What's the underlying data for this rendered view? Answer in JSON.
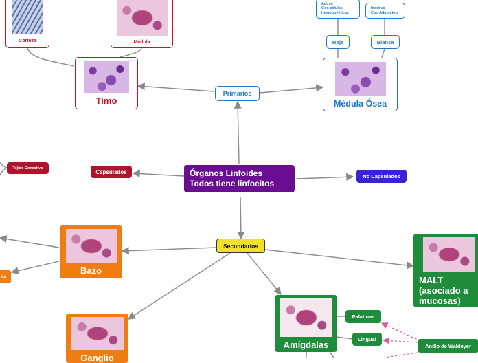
{
  "central": {
    "line1": "Órganos Linfoides",
    "line2": "Todos tiene linfocitos"
  },
  "primarios": "Primarios",
  "secundarios": "Secundarios",
  "capsulados": "Capsulados",
  "no_capsulados": "No Capsulados",
  "timo": {
    "label": "Timo",
    "corteza": "Corteza",
    "medula": "Médula"
  },
  "medula_osea": {
    "label": "Médula Ósea",
    "roja": "Roja",
    "blanca": "Blanca",
    "activa": [
      "Activa",
      "Con células",
      "hemopoyéticas"
    ],
    "inactiva": [
      "Inactiva",
      "Con Adipocitos"
    ]
  },
  "tejido_conectivo": "Tejido Conectivo",
  "bazo": "Bazo",
  "bazo_left_label": "ca",
  "ganglio": "Ganglio",
  "amigdalas": {
    "label": "Amígdalas",
    "palatinas": "Palatinas",
    "lingual": "Lingual",
    "anillo": "Anillo de Waldeyer"
  },
  "malt": [
    "MALT",
    "(asociado a",
    "mucosas)"
  ],
  "colors": {
    "central": "#6a0d91",
    "blue": "#1f78c8",
    "red": "#c8102e",
    "orange": "#f07d12",
    "green": "#1e8c3a",
    "yellow": "#f2e12a",
    "indigo": "#3b22d6"
  }
}
